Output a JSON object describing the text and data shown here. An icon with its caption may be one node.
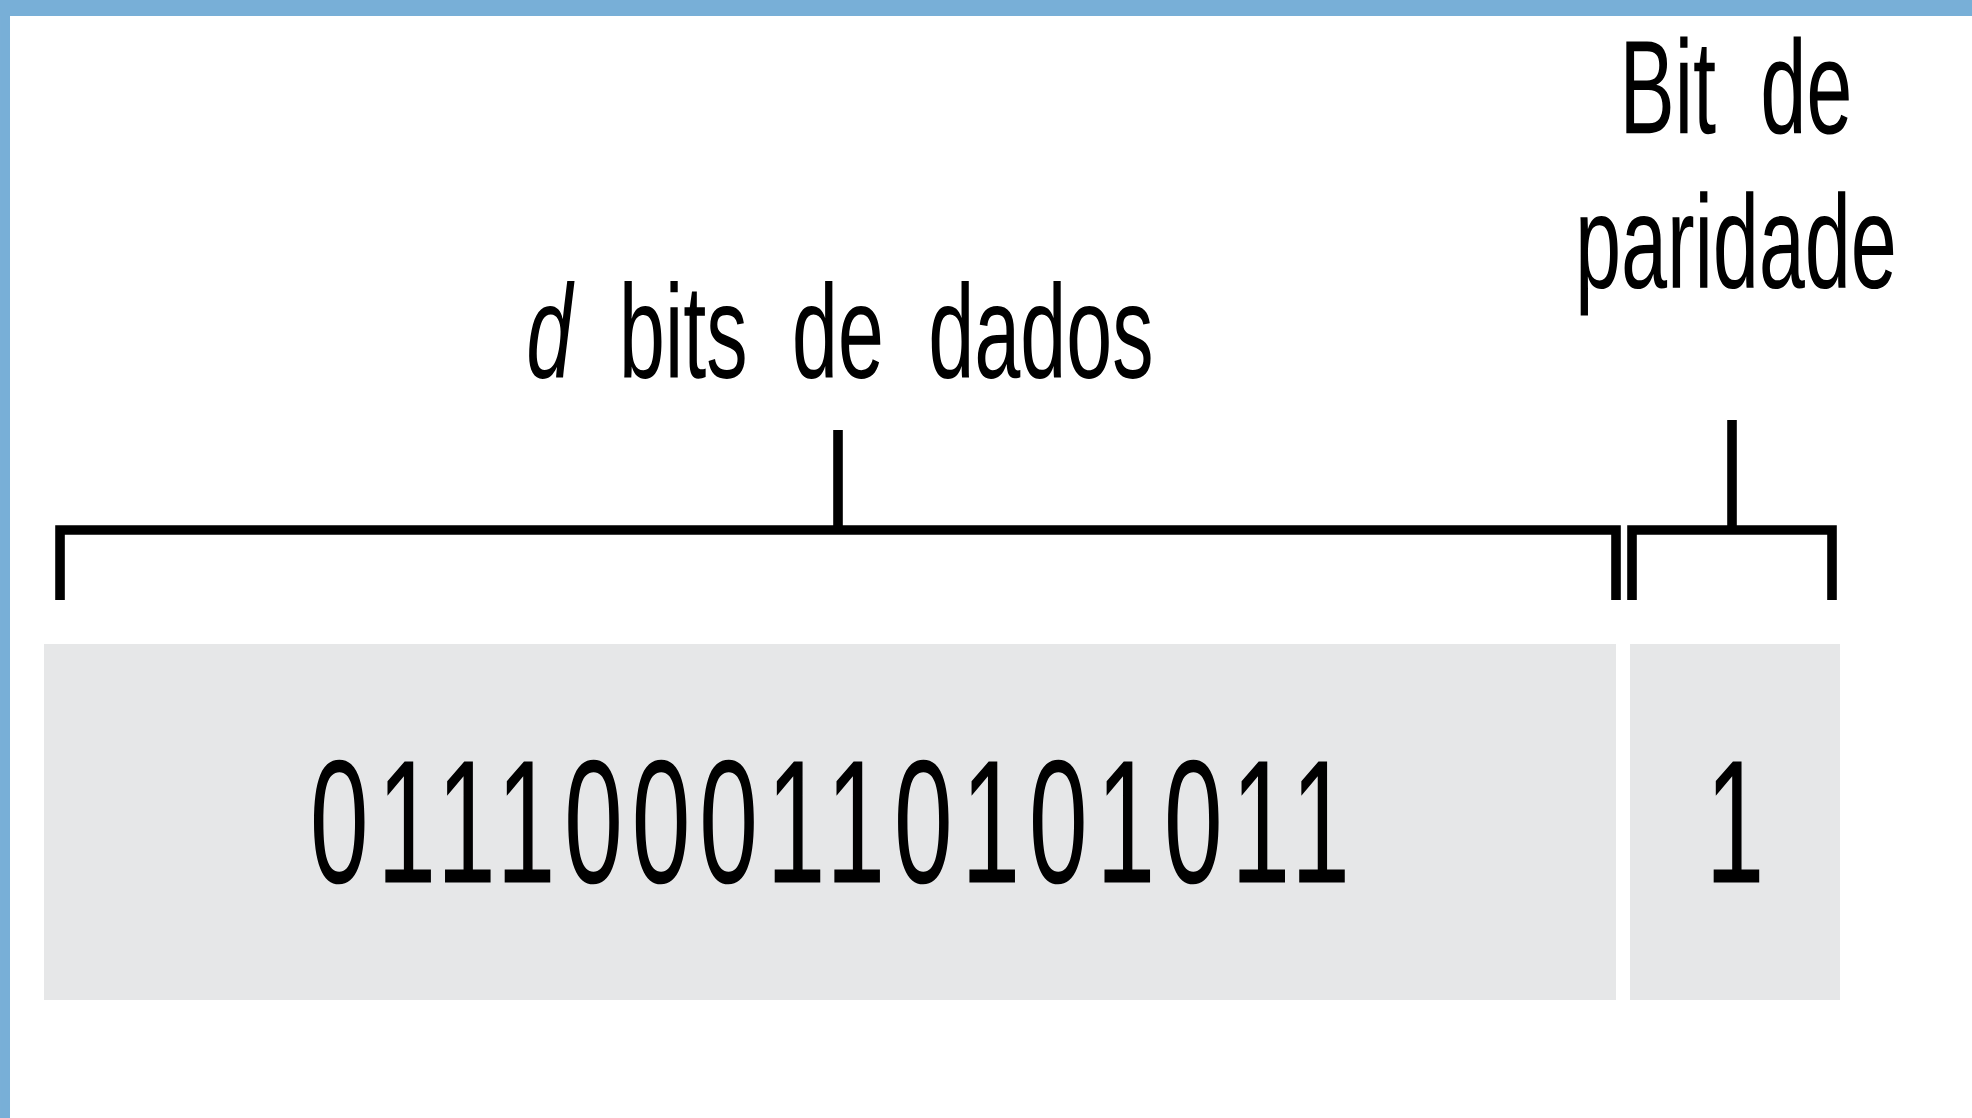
{
  "diagram": {
    "nodes": [
      {
        "text": [
          "0111000110101011"
        ],
        "beside": [
          "*d* bits de dados"
        ]
      },
      {
        "text": [
          "1"
        ],
        "beside": [
          "Bit de paridade"
        ]
      }
    ]
  }
}
